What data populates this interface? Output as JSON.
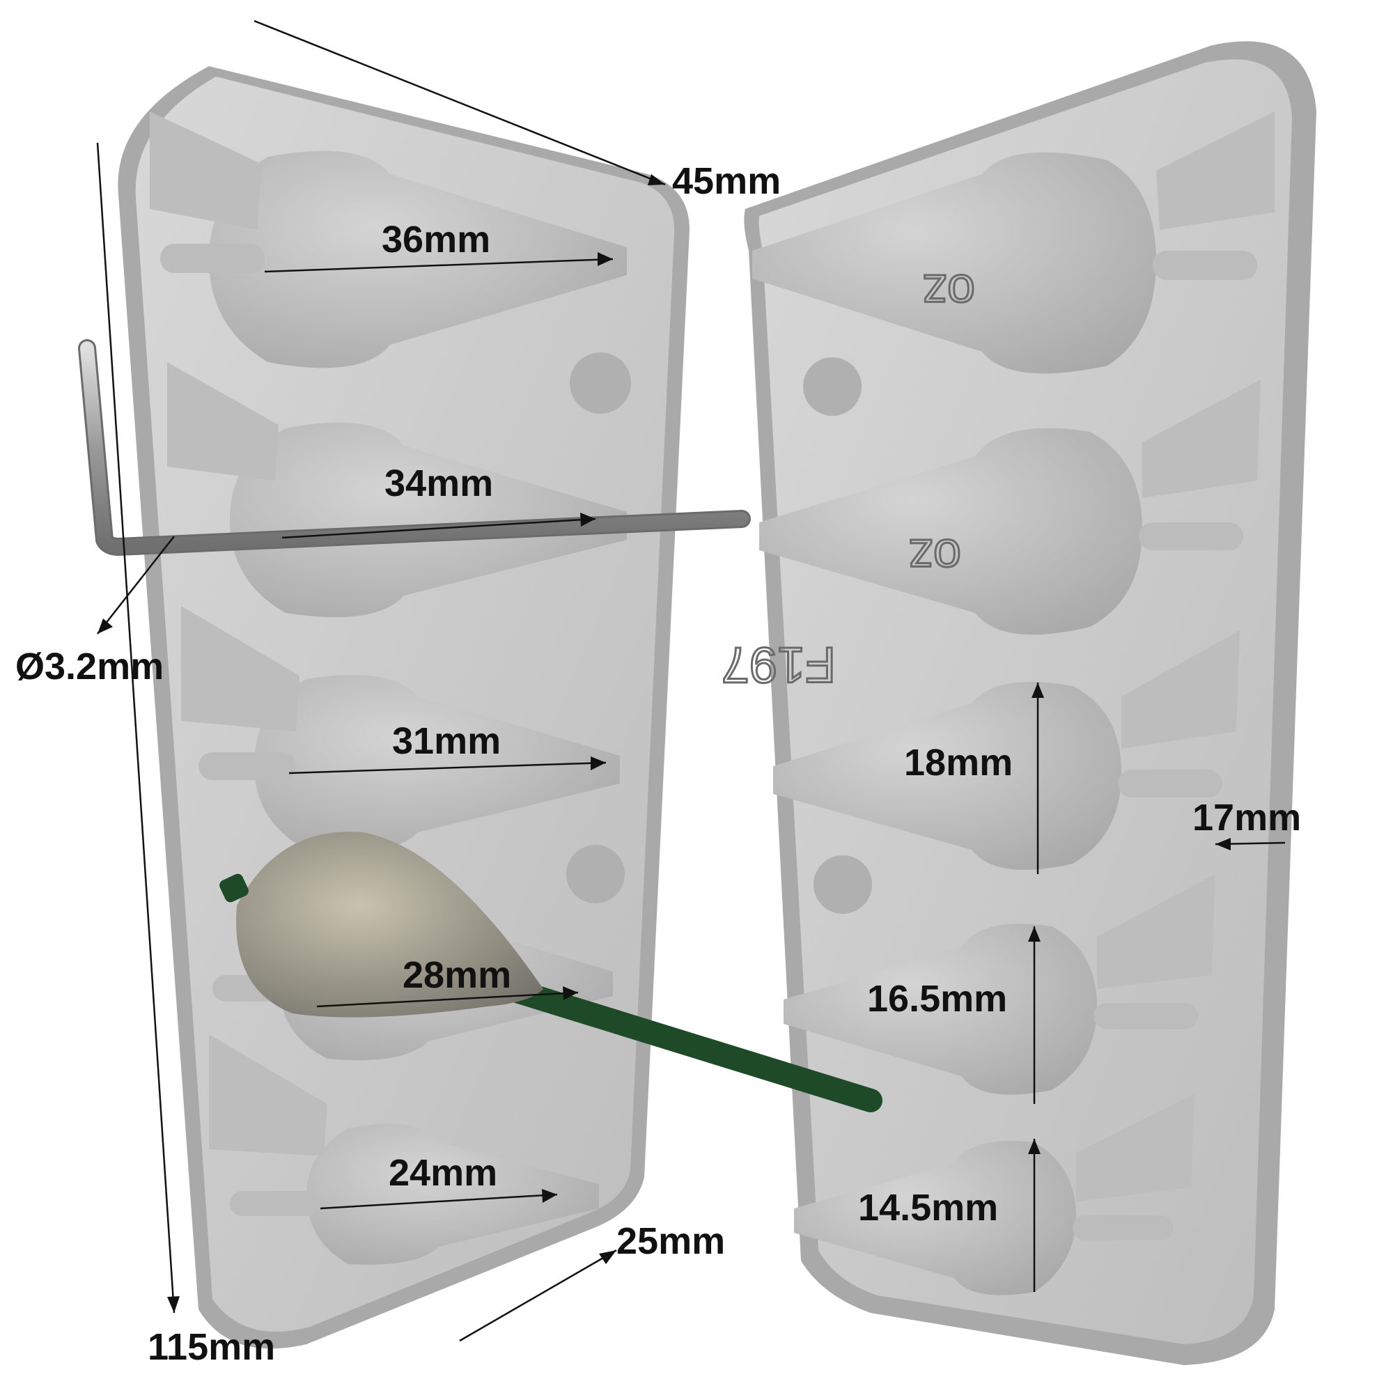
{
  "colors": {
    "mold_face": "#c9c9c9",
    "mold_edge": "#a8a8a8",
    "cavity": "#b3b3b3",
    "rod": "#8e8e8e",
    "sinker": "#8f8c82",
    "wire": "#1f4a28",
    "label": "#111111"
  },
  "dimensions": {
    "top_width": "45mm",
    "cavity_1_length": "36mm",
    "cavity_2_length": "34mm",
    "rod_diameter": "Ø3.2mm",
    "cavity_3_length": "31mm",
    "cavity_4_length": "28mm",
    "cavity_5_length": "24mm",
    "bottom_width": "25mm",
    "total_length": "115mm",
    "cavity_3_width": "18mm",
    "thickness": "17mm",
    "cavity_4_width": "16.5mm",
    "cavity_5_width": "14.5mm"
  },
  "mold_markings": {
    "oz_1": "oz",
    "oz_2": "oz",
    "part_code": "F197"
  }
}
